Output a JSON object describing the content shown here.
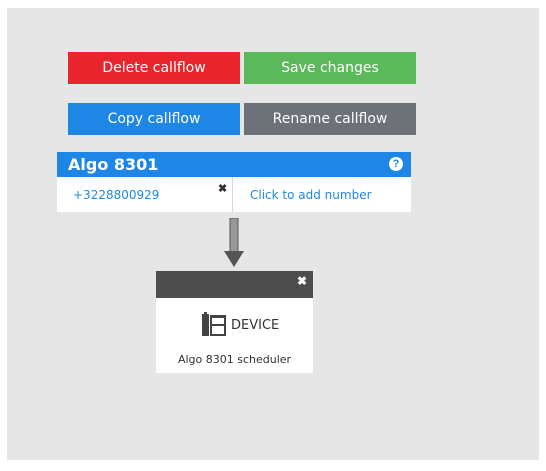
{
  "toolbar": {
    "delete_label": "Delete callflow",
    "save_label": "Save changes",
    "copy_label": "Copy callflow",
    "rename_label": "Rename callflow"
  },
  "callflow": {
    "title": "Algo 8301",
    "help_icon": "question-icon",
    "numbers": [
      "+3228800929"
    ],
    "add_number_label": "Click to add number",
    "remove_icon": "close-icon"
  },
  "node": {
    "icon": "device-icon",
    "label": "DEVICE",
    "sublabel": "Algo 8301 scheduler",
    "close_icon": "close-icon"
  },
  "colors": {
    "delete": "#e8242c",
    "save": "#5bb85b",
    "primary": "#1e87e5",
    "rename": "#6d7279",
    "node_header": "#4d4d4d",
    "canvas": "#e6e6e6"
  }
}
